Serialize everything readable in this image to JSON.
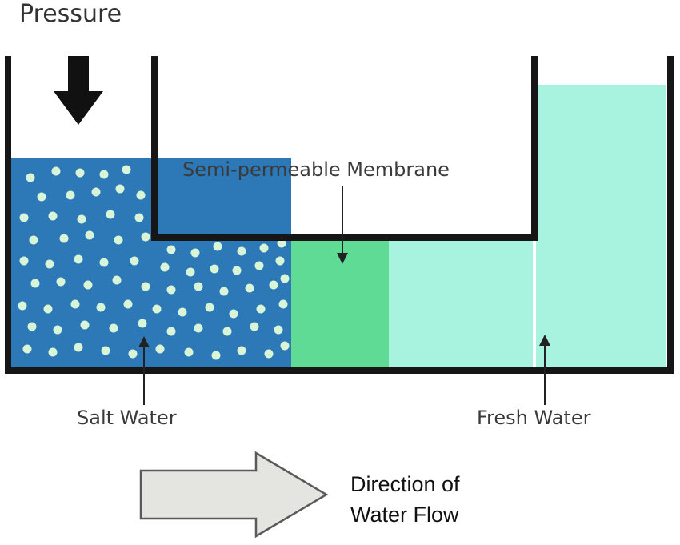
{
  "labels": {
    "pressure": "Pressure",
    "membrane": "Semi-permeable Membrane",
    "salt_water": "Salt Water",
    "fresh_water": "Fresh Water",
    "flow_line1": "Direction of",
    "flow_line2": "Water Flow"
  },
  "colors": {
    "salt_water": "#2d78b6",
    "salt_particles": "#d8f5d8",
    "membrane": "#5fdb95",
    "fresh_water": "#a8f2e0",
    "tank_wall": "#161616",
    "flow_arrow_fill": "#e4e4e0",
    "flow_arrow_stroke": "#5a5a5a"
  }
}
